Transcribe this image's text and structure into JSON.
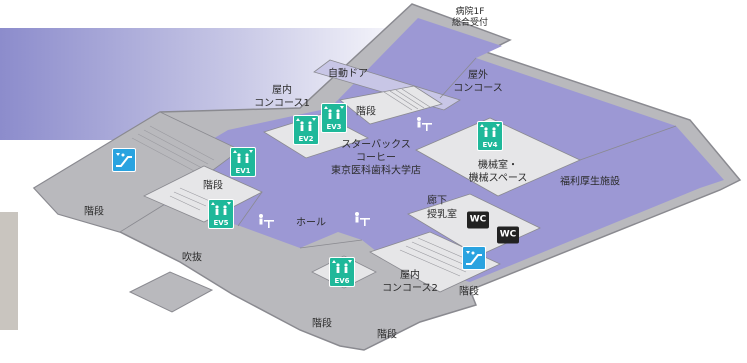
{
  "map": {
    "labels": {
      "hospital_1f": "病院1F\n総合受付",
      "auto_door": "自動ドア",
      "outdoor_concourse": "屋外\nコンコース",
      "indoor_concourse_1": "屋内\nコンコース1",
      "stairs_top": "階段",
      "starbucks": "スターバックス\nコーヒー\n東京医科歯科大学店",
      "machine_room": "機械室・\n機械スペース",
      "welfare": "福利厚生施設",
      "stairs_left": "階段",
      "stairs_left_upper": "階段",
      "hall": "ホール",
      "corridor": "廊下",
      "nursing_room": "授乳室",
      "atrium": "吹抜",
      "indoor_concourse_2": "屋内\nコンコース2",
      "stairs_right": "階段",
      "stairs_bottom": "階段",
      "stairs_bottom2": "階段"
    },
    "elevators": [
      "EV1",
      "EV2",
      "EV3",
      "EV4",
      "EV5",
      "EV6"
    ],
    "restroom_label": "WC",
    "icons": {
      "elevator": "elevator-icon",
      "escalator": "escalator-icon",
      "cafe_seating": "cafe-seating-icon",
      "restroom": "restroom-icon"
    },
    "colors": {
      "floor_purple": "#9c98d4",
      "floor_gray": "#b9b9bd",
      "wall": "#8a8a90",
      "room_light": "#e6e6e8",
      "elevator": "#1fb89a",
      "escalator": "#2aa3e0",
      "restroom": "#222222"
    }
  }
}
